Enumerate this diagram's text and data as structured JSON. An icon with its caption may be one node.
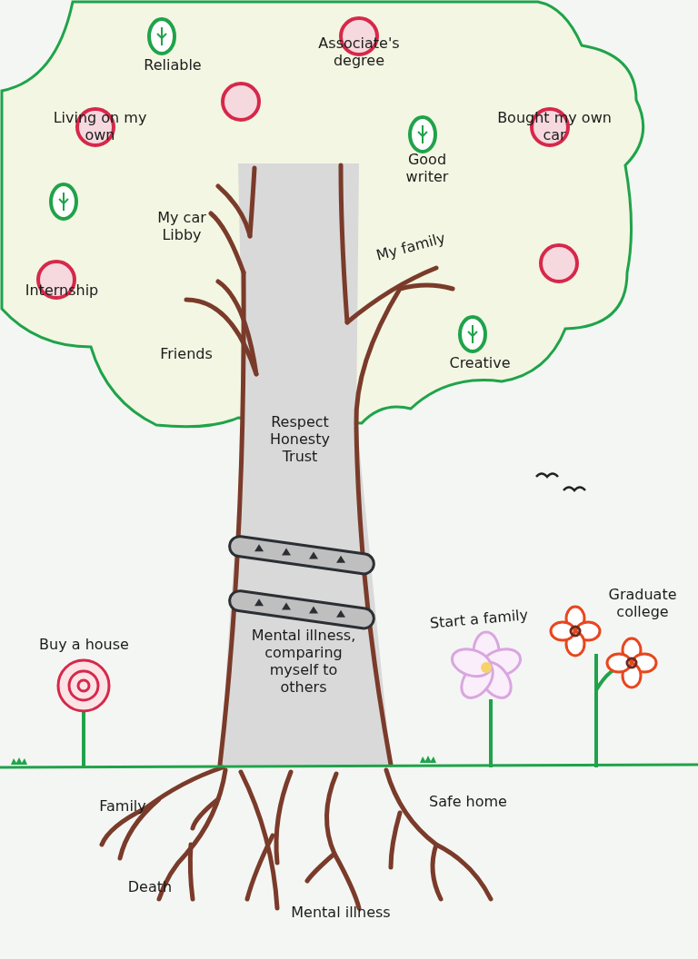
{
  "diagram": {
    "labels": [
      "Reliable",
      "Associate's degree",
      "Living on my own",
      "Bought my own car",
      "Good writer",
      "My car Libby",
      "My family",
      "Internship",
      "Friends",
      "Creative",
      "Respect Honesty Trust",
      "Buy a house",
      "Start a family",
      "Graduate college",
      "Mental illness, comparing myself to others",
      "Family",
      "Safe home",
      "Death",
      "Mental illness"
    ]
  }
}
